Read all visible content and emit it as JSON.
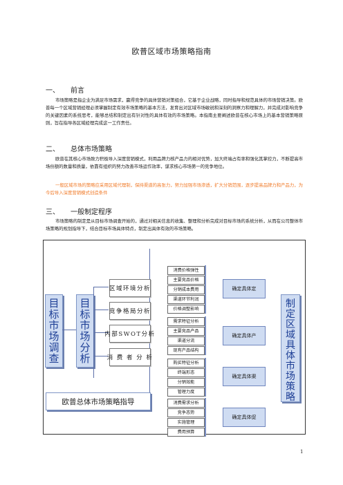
{
  "document": {
    "title": "欧普区域市场策略指南",
    "sections": [
      {
        "number": "一、",
        "heading": "前言",
        "paragraph": "市场策略是指企业为满足市场需求，赢得竞争的具体营销对策组合，它基于企业战略，同时指导和规范具体的市场营销决策。欧普每一个区域营销经理必须掌握制定有效市场策略的基本方法，发育出对区域市场敏锐和深刻的洞察力和理解力，并完成对影响竞争的关键因素的系统思考，能够总结和制定出有针对性的具体有效的市场策略。本指南主要阐述欧普在核心市场上的基本营销策略原则，旨在指导各区域经理完成这一工作责任。"
      },
      {
        "number": "二、",
        "heading": "总体市场策略",
        "paragraph": "欧普在其核心市场致力积极导入深度营销模式，利用品牌力核产品力的相对优势，加大终端占有率和强化其掌控力，不断提高市场份额的数量和质量，依靠有组织的努力改善市场运作效率，谋求核心市场第一的竞争地位。",
        "highlight": "一般区域市场的策略应采用区域代理制，保持渠道的高张力，努力加强市场渗透，扩大分销范围，逐步提高品牌力和产品力，为今后导入深度营销模式创造条件"
      },
      {
        "number": "三、",
        "heading": "一般制定程序",
        "paragraph": "市场策略的制定是从目标市场调查开始的，通过对相关信息的收集、整理和分析完成对目标市场的系统分析，从而在公司整体市场策略的规划指导下，结合目标市场具体特点，制定出具体有效的市场策略。"
      }
    ],
    "page_number": "1"
  },
  "diagram": {
    "survey": "目标市场调查",
    "analysis": "目标市场分析",
    "analysis_items": [
      "区域环境分析",
      "竞争格局分析",
      "内部SWOT分析",
      "消 费 者 分 析"
    ],
    "factor_groups": [
      [
        "消费价格弹性",
        "主要竞品价格",
        "分销成本费用",
        "渠道环节利润",
        "价格调整影响"
      ],
      [
        "需求特征分析",
        "主要竞品产品",
        "渠道分流",
        "现有产品结构"
      ],
      [
        "购买特征分析",
        "终端形态",
        "分销效能",
        "管理力度"
      ],
      [
        "消费需求分析",
        "竞争态势",
        "实施管理",
        "费用预算"
      ]
    ],
    "decisions": [
      "确定具体定",
      "确定具体产",
      "确定具体渠",
      "确定具体促"
    ],
    "guide": "欧普总体市场策略指导",
    "result": "制定区域具体市场策略"
  }
}
